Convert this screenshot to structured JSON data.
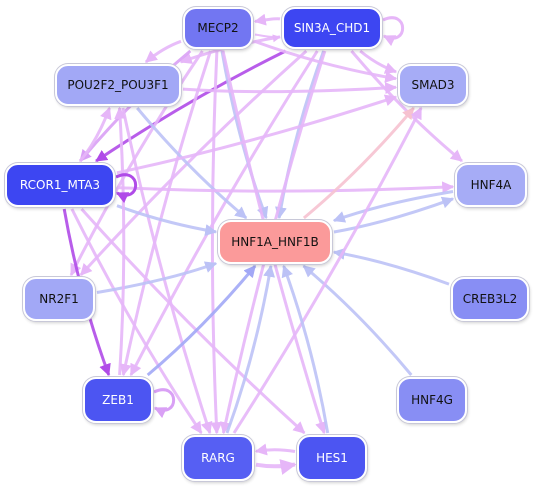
{
  "nodes": [
    {
      "id": "MECP2",
      "label": "MECP2",
      "color": "#7276f2",
      "text": "dark"
    },
    {
      "id": "SIN3A_CHD1",
      "label": "SIN3A_CHD1",
      "color": "#3d46f2",
      "text": "light"
    },
    {
      "id": "POU2F2_POU3F1",
      "label": "POU2F2_POU3F1",
      "color": "#a2a8f6",
      "text": "dark"
    },
    {
      "id": "SMAD3",
      "label": "SMAD3",
      "color": "#a6acf6",
      "text": "dark"
    },
    {
      "id": "RCOR1_MTA3",
      "label": "RCOR1_MTA3",
      "color": "#3d46f2",
      "text": "light"
    },
    {
      "id": "HNF4A",
      "label": "HNF4A",
      "color": "#a6acf6",
      "text": "dark"
    },
    {
      "id": "HNF1A_HNF1B",
      "label": "HNF1A_HNF1B",
      "color": "#fb9a9a",
      "text": "dark"
    },
    {
      "id": "NR2F1",
      "label": "NR2F1",
      "color": "#a2a8f6",
      "text": "dark"
    },
    {
      "id": "CREB3L2",
      "label": "CREB3L2",
      "color": "#888ef4",
      "text": "dark"
    },
    {
      "id": "ZEB1",
      "label": "ZEB1",
      "color": "#4c55f2",
      "text": "light"
    },
    {
      "id": "HNF4G",
      "label": "HNF4G",
      "color": "#888ef4",
      "text": "dark"
    },
    {
      "id": "RARG",
      "label": "RARG",
      "color": "#565ff3",
      "text": "light"
    },
    {
      "id": "HES1",
      "label": "HES1",
      "color": "#4c55f2",
      "text": "light"
    }
  ],
  "edges": [
    {
      "from": "SIN3A_CHD1",
      "to": "MECP2",
      "color": "#e6b6f8",
      "width": 3
    },
    {
      "from": "MECP2",
      "to": "SIN3A_CHD1",
      "color": "#e6b6f8",
      "width": 2
    },
    {
      "from": "SIN3A_CHD1",
      "to": "POU2F2_POU3F1",
      "color": "#e6b6f8",
      "width": 3
    },
    {
      "from": "SIN3A_CHD1",
      "to": "SMAD3",
      "color": "#e6b6f8",
      "width": 3
    },
    {
      "from": "SIN3A_CHD1",
      "to": "RCOR1_MTA3",
      "color": "#b04be8",
      "width": 3
    },
    {
      "from": "SIN3A_CHD1",
      "to": "HNF4A",
      "color": "#e6b6f8",
      "width": 3
    },
    {
      "from": "SIN3A_CHD1",
      "to": "HNF1A_HNF1B",
      "color": "#bcc2f6",
      "width": 3
    },
    {
      "from": "SIN3A_CHD1",
      "to": "ZEB1",
      "color": "#e6b6f8",
      "width": 3
    },
    {
      "from": "SIN3A_CHD1",
      "to": "RARG",
      "color": "#e6b6f8",
      "width": 3
    },
    {
      "from": "SIN3A_CHD1",
      "to": "NR2F1",
      "color": "#e6b6f8",
      "width": 3
    },
    {
      "from": "MECP2",
      "to": "POU2F2_POU3F1",
      "color": "#e6b6f8",
      "width": 3
    },
    {
      "from": "MECP2",
      "to": "RCOR1_MTA3",
      "color": "#d9a0f5",
      "width": 3
    },
    {
      "from": "MECP2",
      "to": "HNF1A_HNF1B",
      "color": "#bcc2f6",
      "width": 3
    },
    {
      "from": "MECP2",
      "to": "ZEB1",
      "color": "#e6b6f8",
      "width": 3
    },
    {
      "from": "MECP2",
      "to": "RARG",
      "color": "#e6b6f8",
      "width": 3
    },
    {
      "from": "MECP2",
      "to": "HES1",
      "color": "#e6b6f8",
      "width": 3
    },
    {
      "from": "MECP2",
      "to": "SMAD3",
      "color": "#e6b6f8",
      "width": 3
    },
    {
      "from": "MECP2",
      "to": "NR2F1",
      "color": "#e6b6f8",
      "width": 3
    },
    {
      "from": "POU2F2_POU3F1",
      "to": "SMAD3",
      "color": "#e6b6f8",
      "width": 3
    },
    {
      "from": "POU2F2_POU3F1",
      "to": "HNF1A_HNF1B",
      "color": "#bcc2f6",
      "width": 3
    },
    {
      "from": "POU2F2_POU3F1",
      "to": "RARG",
      "color": "#e6b6f8",
      "width": 3
    },
    {
      "from": "RCOR1_MTA3",
      "to": "SMAD3",
      "color": "#e6b6f8",
      "width": 3
    },
    {
      "from": "RCOR1_MTA3",
      "to": "HNF4A",
      "color": "#e6b6f8",
      "width": 3
    },
    {
      "from": "RCOR1_MTA3",
      "to": "HNF1A_HNF1B",
      "color": "#bcc2f6",
      "width": 3
    },
    {
      "from": "RCOR1_MTA3",
      "to": "ZEB1",
      "color": "#b04be8",
      "width": 3
    },
    {
      "from": "RCOR1_MTA3",
      "to": "RARG",
      "color": "#e6b6f8",
      "width": 3
    },
    {
      "from": "RCOR1_MTA3",
      "to": "HES1",
      "color": "#e6b6f8",
      "width": 3
    },
    {
      "from": "RCOR1_MTA3",
      "to": "POU2F2_POU3F1",
      "color": "#e6b6f8",
      "width": 3
    },
    {
      "from": "HNF1A_HNF1B",
      "to": "SMAD3",
      "color": "#f6c2d0",
      "width": 3
    },
    {
      "from": "HNF1A_HNF1B",
      "to": "HNF4A",
      "color": "#bcc2f6",
      "width": 3
    },
    {
      "from": "HNF4A",
      "to": "HNF1A_HNF1B",
      "color": "#bcc2f6",
      "width": 3
    },
    {
      "from": "NR2F1",
      "to": "HNF1A_HNF1B",
      "color": "#bcc2f6",
      "width": 3
    },
    {
      "from": "CREB3L2",
      "to": "HNF1A_HNF1B",
      "color": "#bcc2f6",
      "width": 3
    },
    {
      "from": "ZEB1",
      "to": "HNF1A_HNF1B",
      "color": "#a2a8f6",
      "width": 3
    },
    {
      "from": "ZEB1",
      "to": "POU2F2_POU3F1",
      "color": "#e6b6f8",
      "width": 3
    },
    {
      "from": "HNF4G",
      "to": "HNF1A_HNF1B",
      "color": "#bcc2f6",
      "width": 3
    },
    {
      "from": "RARG",
      "to": "HNF1A_HNF1B",
      "color": "#bcc2f6",
      "width": 3
    },
    {
      "from": "RARG",
      "to": "HES1",
      "color": "#e6b6f8",
      "width": 4
    },
    {
      "from": "RARG",
      "to": "SMAD3",
      "color": "#e6b6f8",
      "width": 3
    },
    {
      "from": "HES1",
      "to": "HNF1A_HNF1B",
      "color": "#bcc2f6",
      "width": 3
    },
    {
      "from": "HES1",
      "to": "RARG",
      "color": "#e6b6f8",
      "width": 3
    }
  ],
  "self_loops": [
    {
      "node": "SIN3A_CHD1",
      "color": "#e6b6f8"
    },
    {
      "node": "RCOR1_MTA3",
      "color": "#b04be8"
    },
    {
      "node": "ZEB1",
      "color": "#d9a0f5"
    }
  ]
}
